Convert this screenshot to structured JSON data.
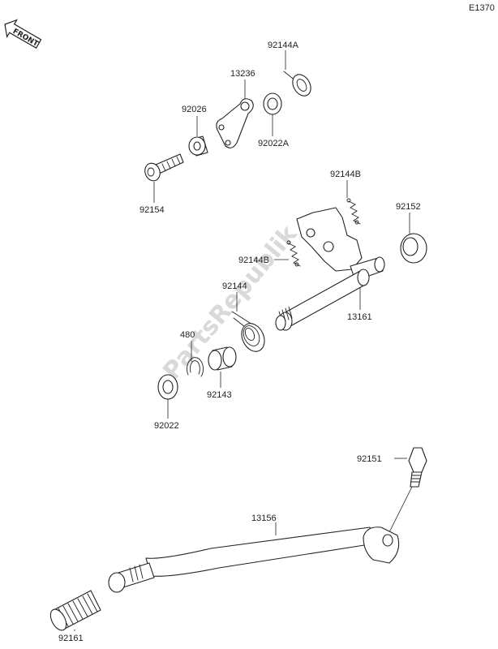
{
  "diagram_code": "E1370",
  "front_badge": "FRONT",
  "watermark": "PartsRepublik",
  "labels": {
    "p92144A": "92144A",
    "p13236": "13236",
    "p92026": "92026",
    "p92022A": "92022A",
    "p92154": "92154",
    "p92144B_top": "92144B",
    "p92152": "92152",
    "p92144B_mid": "92144B",
    "p92144": "92144",
    "p13161": "13161",
    "p480": "480",
    "p92143": "92143",
    "p92022": "92022",
    "p92151": "92151",
    "p13156": "13156",
    "p92161": "92161"
  }
}
